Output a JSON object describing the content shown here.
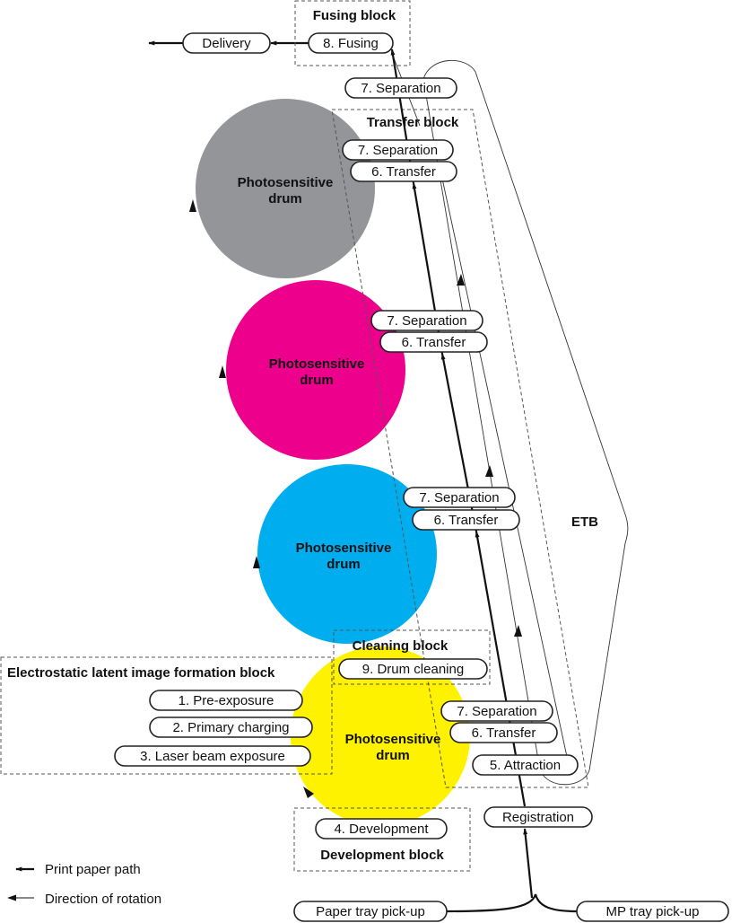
{
  "colors": {
    "drum_black": "#939598",
    "drum_magenta": "#ec008c",
    "drum_cyan": "#00aeef",
    "drum_yellow": "#fff200"
  },
  "drums": [
    {
      "label_line1": "Photosensitive",
      "label_line2": "drum",
      "color": "gray"
    },
    {
      "label_line1": "Photosensitive",
      "label_line2": "drum",
      "color": "magenta"
    },
    {
      "label_line1": "Photosensitive",
      "label_line2": "drum",
      "color": "cyan"
    },
    {
      "label_line1": "Photosensitive",
      "label_line2": "drum",
      "color": "yellow"
    }
  ],
  "blocks": {
    "fusing": "Fusing block",
    "transfer": "Transfer block",
    "cleaning": "Cleaning block",
    "latent": "Electrostatic latent image formation block",
    "development": "Development block"
  },
  "steps": {
    "delivery": "Delivery",
    "fusing": "8. Fusing",
    "separation": "7. Separation",
    "transfer": "6. Transfer",
    "attraction": "5. Attraction",
    "registration": "Registration",
    "drum_cleaning": "9. Drum cleaning",
    "pre_exposure": "1. Pre-exposure",
    "primary_charging": "2. Primary charging",
    "laser_exposure": "3. Laser beam exposure",
    "development": "4. Development",
    "paper_tray": "Paper tray pick-up",
    "mp_tray": "MP tray pick-up"
  },
  "etb_label": "ETB",
  "legend": {
    "paper_path": "Print paper path",
    "rotation": "Direction of rotation"
  }
}
